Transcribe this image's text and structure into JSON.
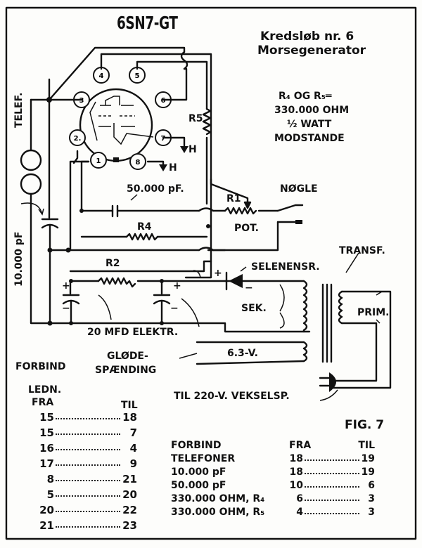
{
  "figure": {
    "tube_label": "6SN7-GT",
    "title_line1": "Kredsløb nr. 6",
    "title_line2": "Morsegenerator",
    "fig_label": "FIG. 7"
  },
  "resistor_note": {
    "line1": "R₄ OG R₅═",
    "line2": "330.000 OHM",
    "line3": "½ WATT",
    "line4": "MODSTANDE"
  },
  "tube_pins": [
    "1",
    "2.",
    "3",
    "4",
    "5",
    "6",
    "7",
    "8"
  ],
  "labels": {
    "telef": "TELEF.",
    "cap_10000": "10.000 pF",
    "cap_50000": "50.000 pF.",
    "r5": "R5",
    "r4": "R4",
    "r2": "R2",
    "r1": "R1",
    "heater_h1": "H",
    "heater_h2": "H",
    "pot": "POT.",
    "key": "NØGLE",
    "rectifier": "SELENENSR.",
    "transformer": "TRANSF.",
    "secondary": "SEK.",
    "primary": "PRIM.",
    "elektr": "20 MFD ELEKTR.",
    "filament_1": "GLØDE-",
    "filament_2": "SPÆNDING",
    "voltage_63": "6.3-V.",
    "mains": "TIL 220-V. VEKSELSP.",
    "plus1": "+",
    "minus1": "−",
    "plus2": "+",
    "minus2": "−",
    "plus3": "+",
    "minus3": "−"
  },
  "wiring_table": {
    "title1": "FORBIND",
    "title2": "LEDN.",
    "col_from": "FRA",
    "col_to": "TIL",
    "rows": [
      {
        "from": "15",
        "to": "18"
      },
      {
        "from": "15",
        "to": "7"
      },
      {
        "from": "16",
        "to": "4"
      },
      {
        "from": "17",
        "to": "9"
      },
      {
        "from": "8",
        "to": "21"
      },
      {
        "from": "5",
        "to": "20"
      },
      {
        "from": "20",
        "to": "22"
      },
      {
        "from": "21",
        "to": "23"
      }
    ]
  },
  "component_table": {
    "col_name": "FORBIND",
    "col_from": "FRA",
    "col_to": "TIL",
    "rows": [
      {
        "name": "TELEFONER",
        "from": "18",
        "to": "19"
      },
      {
        "name": "10.000 pF",
        "from": "18",
        "to": "19"
      },
      {
        "name": "50.000 pF",
        "from": "10",
        "to": "6"
      },
      {
        "name": "330.000 OHM, R₄",
        "from": "6",
        "to": "3"
      },
      {
        "name": "330.000 OHM, R₅",
        "from": "4",
        "to": "3"
      }
    ]
  }
}
